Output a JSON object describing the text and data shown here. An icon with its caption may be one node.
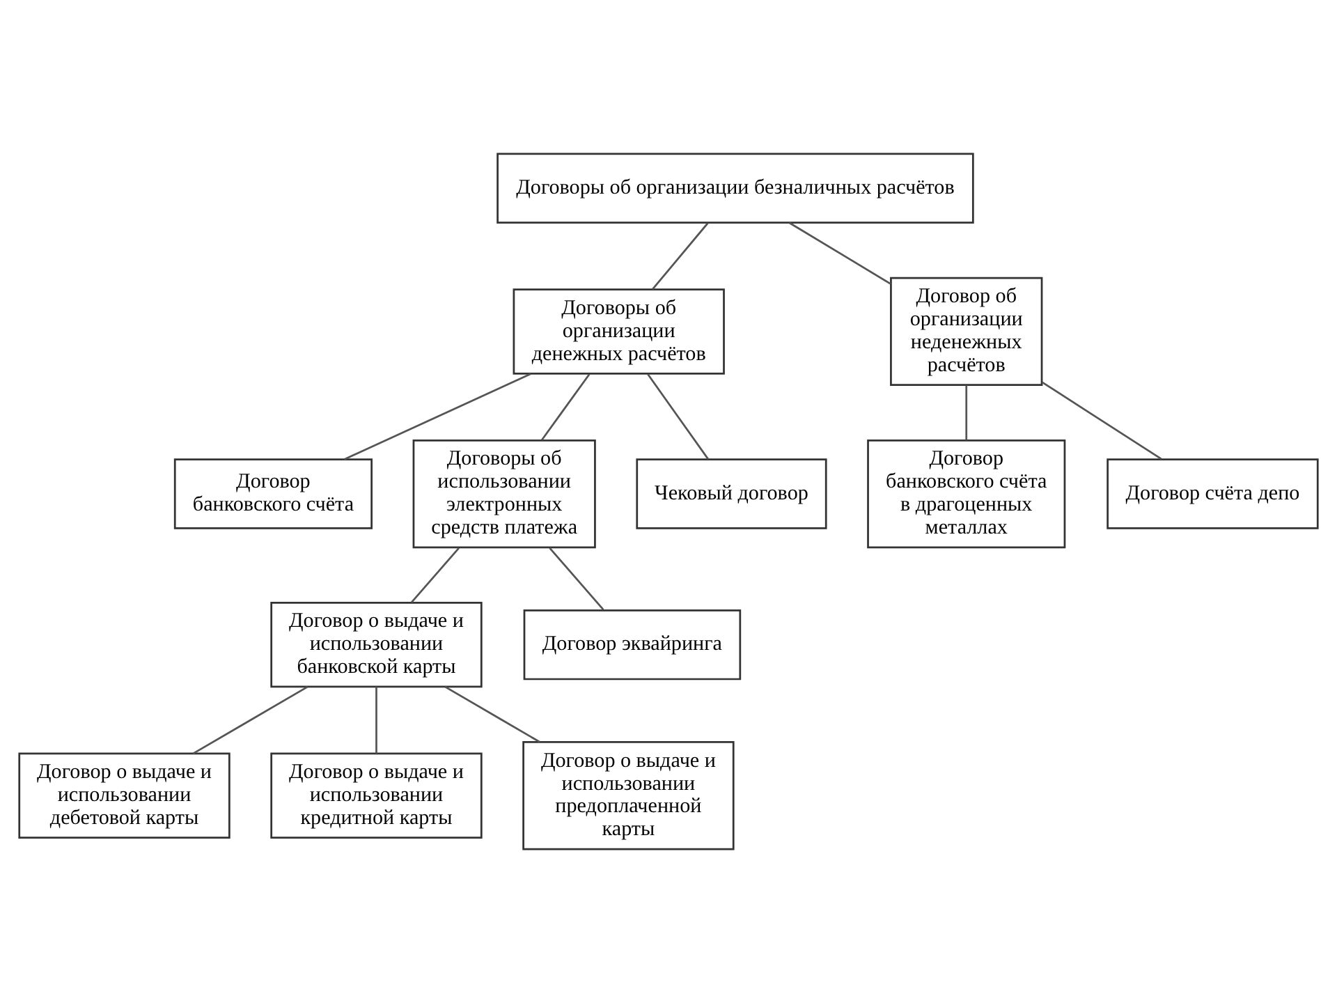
{
  "diagram": {
    "nodes": [
      {
        "text": [
          "Договоры об организации безналичных расчётов"
        ]
      },
      {
        "text": [
          "Договоры об организации денежных расчётов"
        ]
      },
      {
        "text": [
          "Договор об организации неденежных расчётов"
        ]
      },
      {
        "text": [
          "Договор банковского счёта"
        ]
      },
      {
        "text": [
          "Договоры об использовании электронных средств платежа"
        ]
      },
      {
        "text": [
          "Чековый договор"
        ]
      },
      {
        "text": [
          "Договор банковского счёта в драгоценных металлах"
        ]
      },
      {
        "text": [
          "Договор счёта депо"
        ]
      },
      {
        "text": [
          "Договор о выдаче и использовании банковской карты"
        ]
      },
      {
        "text": [
          "Договор эквайринга"
        ]
      },
      {
        "text": [
          "Договор о выдаче и использовании дебетовой карты"
        ]
      },
      {
        "text": [
          "Договор о выдаче и использовании кредитной карты"
        ]
      },
      {
        "text": [
          "Договор о выдаче и использовании предоплаченной карты"
        ]
      }
    ],
    "edges": [
      {
        "from": 0,
        "to": 1,
        "arrow": "none"
      },
      {
        "from": 0,
        "to": 2,
        "arrow": "none"
      },
      {
        "from": 1,
        "to": 3,
        "arrow": "none"
      },
      {
        "from": 1,
        "to": 4,
        "arrow": "none"
      },
      {
        "from": 1,
        "to": 5,
        "arrow": "none"
      },
      {
        "from": 2,
        "to": 6,
        "arrow": "none"
      },
      {
        "from": 2,
        "to": 7,
        "arrow": "none"
      },
      {
        "from": 4,
        "to": 8,
        "arrow": "none"
      },
      {
        "from": 4,
        "to": 9,
        "arrow": "none"
      },
      {
        "from": 8,
        "to": 10,
        "arrow": "none"
      },
      {
        "from": 8,
        "to": 11,
        "arrow": "none"
      },
      {
        "from": 8,
        "to": 12,
        "arrow": "none"
      }
    ]
  }
}
